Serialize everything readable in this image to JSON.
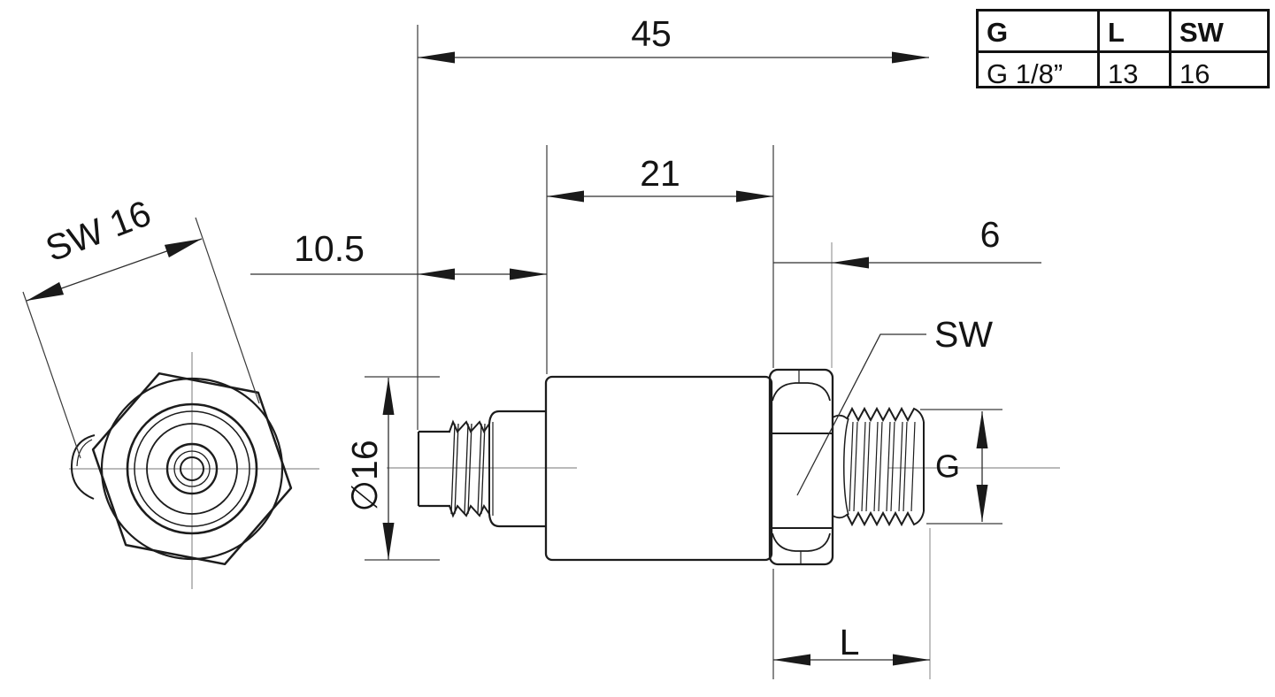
{
  "drawing": {
    "labels": {
      "overall_length": "45",
      "body_length": "21",
      "connector_length": "10.5",
      "hex_width": "6",
      "diameter": "∅16",
      "wrench_size_front": "SW 16",
      "wrench_flat_callout": "SW",
      "thread_size": "G",
      "thread_length": "L"
    },
    "spec_table": {
      "headers": [
        "G",
        "L",
        "SW"
      ],
      "rows": [
        [
          "G 1/8”",
          "13",
          "16"
        ]
      ]
    },
    "colors": {
      "outline": "#1c1c1c",
      "dimension_line": "#2e2e2e",
      "extension_line": "#3a3a3a",
      "center_line": "#909090",
      "background": "#ffffff"
    }
  }
}
